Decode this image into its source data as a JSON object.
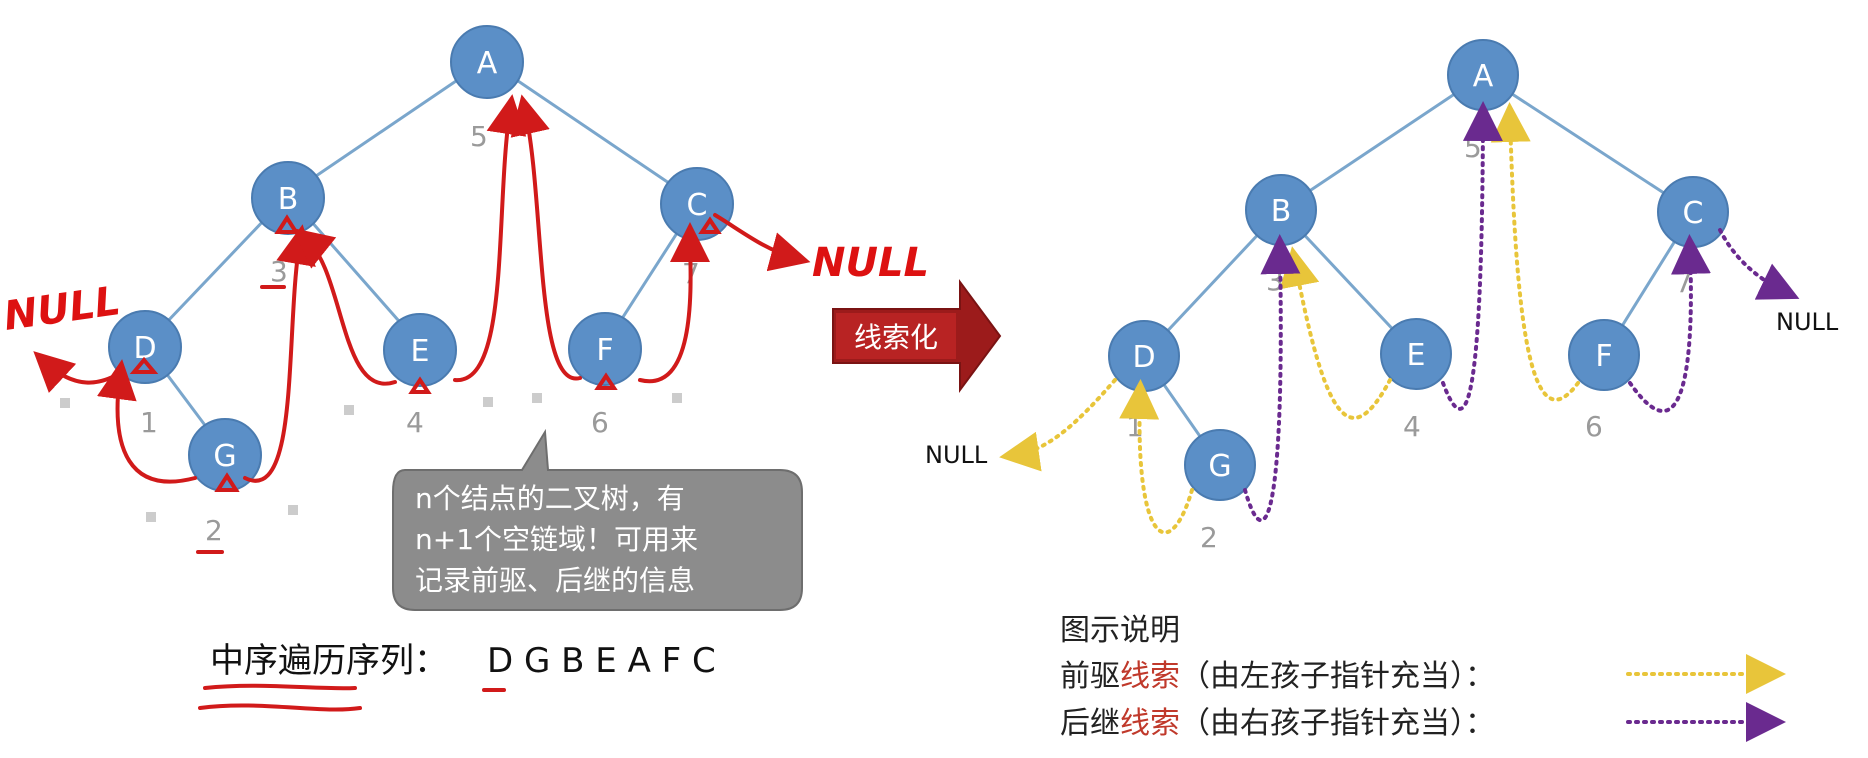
{
  "left_tree": {
    "nodes": {
      "A": "A",
      "B": "B",
      "C": "C",
      "D": "D",
      "E": "E",
      "F": "F",
      "G": "G"
    },
    "order_numbers": {
      "D": "1",
      "G": "2",
      "B": "3",
      "E": "4",
      "A": "5",
      "F": "6",
      "C": "7"
    },
    "null_left": "NULL",
    "null_right": "NULL"
  },
  "callout": {
    "line1": "n个结点的二叉树，有",
    "line2": "n+1个空链域！可用来",
    "line3": "记录前驱、后继的信息"
  },
  "inorder": {
    "label": "中序遍历序列：",
    "sequence": "D G B E A F C"
  },
  "arrow_label": "线索化",
  "right_tree": {
    "nodes": {
      "A": "A",
      "B": "B",
      "C": "C",
      "D": "D",
      "E": "E",
      "F": "F",
      "G": "G"
    },
    "order_numbers": {
      "D": "1",
      "G": "2",
      "B": "3",
      "E": "4",
      "A": "5",
      "F": "6",
      "C": "7"
    },
    "null_left": "NULL",
    "null_right": "NULL"
  },
  "legend": {
    "title": "图示说明",
    "pred_prefix": "前驱",
    "pred_red": "线索",
    "pred_suffix": "（由左孩子指针充当）：",
    "succ_prefix": "后继",
    "succ_red": "线索",
    "succ_suffix": "（由右孩子指针充当）："
  },
  "colors": {
    "node_fill": "#5b8fc7",
    "edge": "#7aa6cc",
    "pred_thread": "#e8c53a",
    "succ_thread": "#6a2a8f",
    "ink": "#d11a1a",
    "arrow_fill": "#9c1b1b",
    "callout_fill": "#8c8c8c"
  }
}
